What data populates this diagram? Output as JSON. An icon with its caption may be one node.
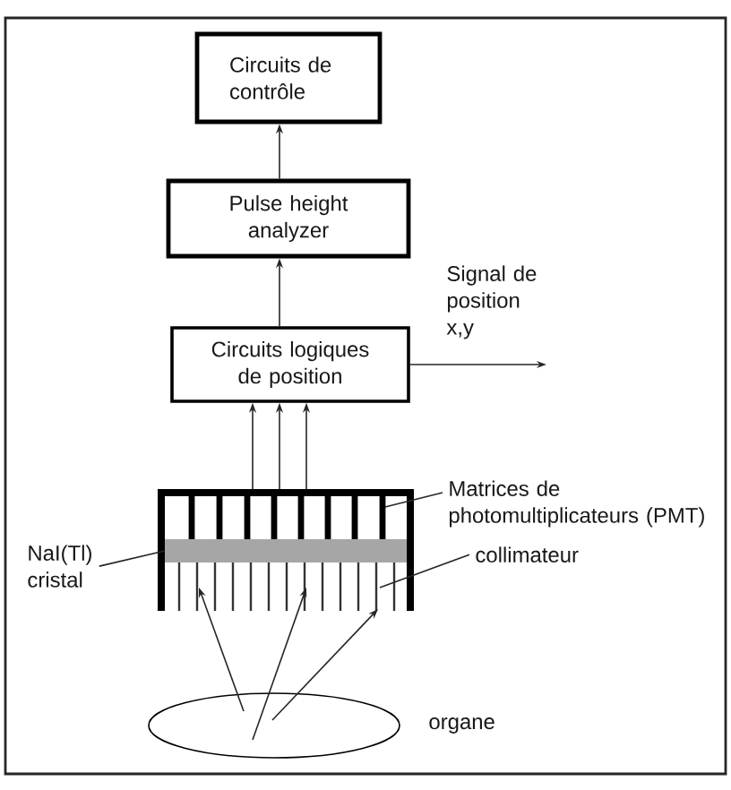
{
  "diagram": {
    "nodes": [
      {
        "text": [
          "Circuits de contrôle"
        ]
      },
      {
        "text": [
          "Pulse height analyzer"
        ]
      },
      {
        "text": [
          "Circuits logiques de position"
        ]
      },
      {
        "text": [],
        "shape": "picture"
      },
      {
        "text": [],
        "shape": "bar"
      },
      {
        "text": [],
        "shape": "picture"
      },
      {
        "text": [],
        "shape": "ellipse",
        "beside": [
          "organe"
        ]
      },
      {
        "text": [
          "Matrices de photomultiplicateurs (PMT)"
        ]
      },
      {
        "text": [
          "NaI(Tl) cristal"
        ]
      },
      {
        "text": [
          "collimateur"
        ]
      }
    ],
    "edges": [
      {
        "from": 1,
        "to": 0,
        "arrow": "to"
      },
      {
        "from": 2,
        "to": 1,
        "arrow": "to"
      },
      {
        "from": 2,
        "to": null,
        "arrow": "to",
        "label": "Signal de position x,y"
      },
      {
        "from": 3,
        "to": 2,
        "arrow": "to"
      },
      {
        "from": 3,
        "to": 2,
        "arrow": "to"
      },
      {
        "from": 3,
        "to": 2,
        "arrow": "to"
      },
      {
        "from": 6,
        "to": 5,
        "arrow": "to"
      },
      {
        "from": 6,
        "to": 5,
        "arrow": "to"
      },
      {
        "from": 6,
        "to": 5,
        "arrow": "to"
      },
      {
        "from": 7,
        "to": 3,
        "arrow": "none"
      },
      {
        "from": 8,
        "to": 4,
        "arrow": "none"
      },
      {
        "from": 9,
        "to": 5,
        "arrow": "none"
      }
    ]
  }
}
